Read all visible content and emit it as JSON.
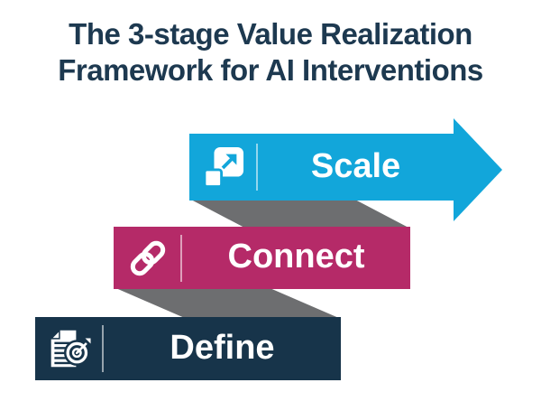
{
  "title": {
    "line1": "The 3-stage Value Realization",
    "line2": "Framework for AI Interventions"
  },
  "stages": [
    {
      "name": "Scale",
      "icon": "expand-icon",
      "color": "#12a6da",
      "shape": "arrow-banner"
    },
    {
      "name": "Connect",
      "icon": "chain-link-icon",
      "color": "#b52a68",
      "shape": "banner"
    },
    {
      "name": "Define",
      "icon": "document-target-icon",
      "color": "#17344a",
      "shape": "banner"
    }
  ],
  "colors": {
    "background": "#ffffff",
    "title_text": "#1d3950",
    "ribbon_fold": "#6d6e70",
    "label_text": "#ffffff"
  }
}
